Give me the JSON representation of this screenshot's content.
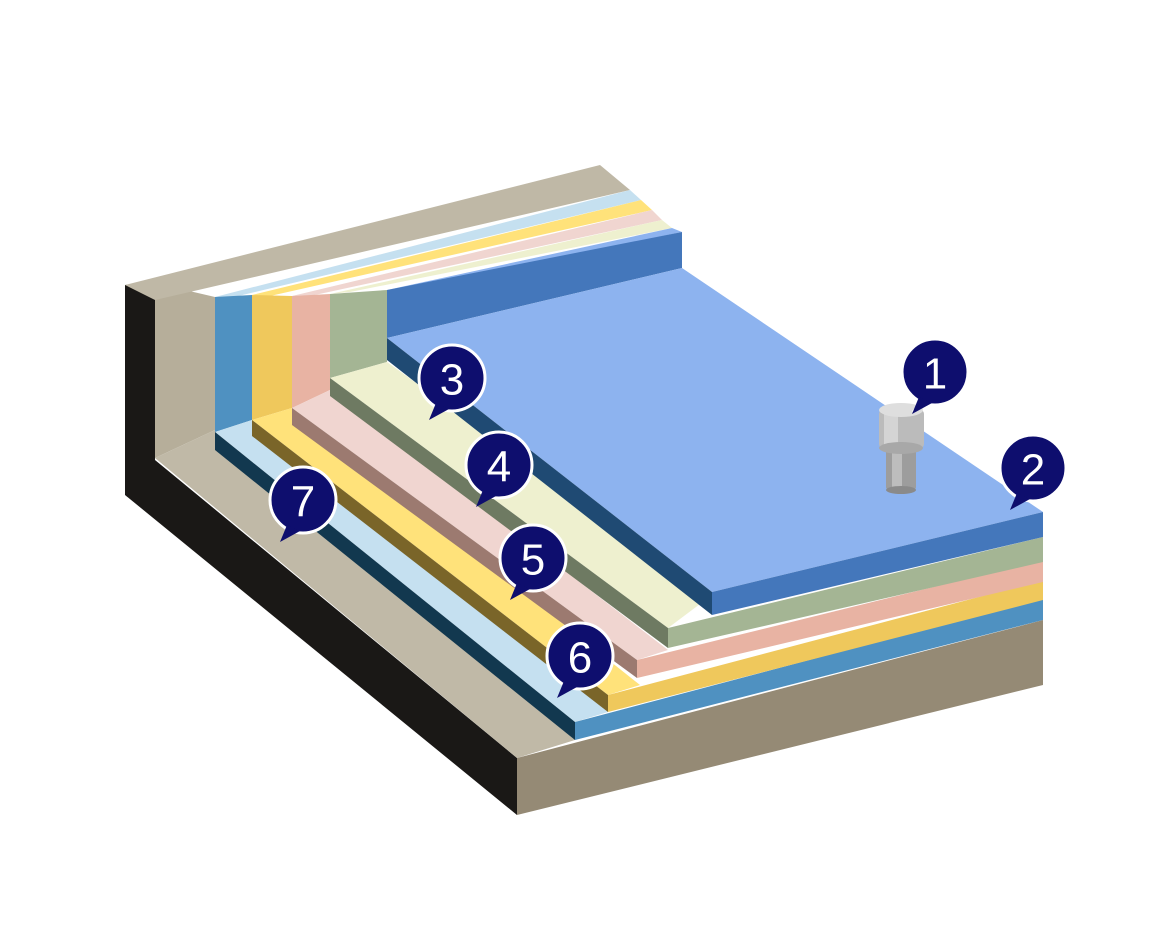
{
  "callouts": [
    {
      "id": "1",
      "label": "1"
    },
    {
      "id": "2",
      "label": "2"
    },
    {
      "id": "3",
      "label": "3"
    },
    {
      "id": "4",
      "label": "4"
    },
    {
      "id": "5",
      "label": "5"
    },
    {
      "id": "6",
      "label": "6"
    },
    {
      "id": "7",
      "label": "7"
    }
  ],
  "colors": {
    "callout_fill": "#0e0e6e",
    "callout_stroke": "#ffffff",
    "membrane": "#8db3ef",
    "membrane_edge": "#4477bb",
    "membrane_shadow": "#1f4a73",
    "layer_green": "#a4b594",
    "layer_cream": "#eef0cf",
    "layer_pink": "#e8b3a3",
    "layer_pink_light": "#f0d5d0",
    "layer_yellow": "#efc85c",
    "layer_yellow_light": "#ffe27a",
    "layer_blue": "#4f91c1",
    "layer_blue_light": "#c5e0f0",
    "substrate_top": "#bfb8a6",
    "substrate_front": "#958a75",
    "substrate_side": "#1a1816"
  },
  "icons": {
    "drain": "roof-drain-icon"
  }
}
